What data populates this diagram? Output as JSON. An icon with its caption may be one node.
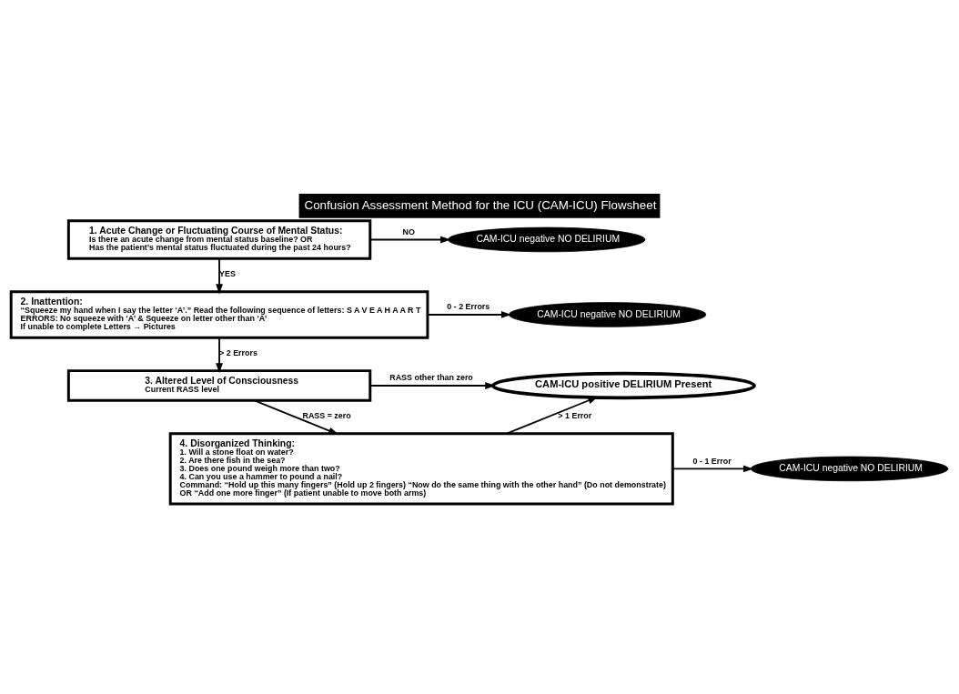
{
  "diagram": {
    "title": "Confusion Assessment Method for the ICU (CAM-ICU) Flowsheet",
    "nodes": [
      {
        "text": [
          "1. Acute Change or Fluctuating Course of Mental Status:",
          "Is there an acute change from mental status baseline? OR",
          "Has the patient’s mental status fluctuated during the past 24 hours?"
        ]
      },
      {
        "text": [
          "CAM-ICU negative NO DELIRIUM"
        ]
      },
      {
        "text": [
          "2. Inattention:",
          "“Squeeze my hand when I say the letter ‘A’.” Read the following sequence of letters: S A V E A H A A R T",
          "ERRORS: No squeeze with ‘A’ & Squeeze on letter other than ‘A’",
          "If unable to complete Letters → Pictures"
        ]
      },
      {
        "text": [
          "CAM-ICU negative NO DELIRIUM"
        ]
      },
      {
        "text": [
          "3. Altered Level of Consciousness",
          "Current RASS level"
        ]
      },
      {
        "text": [
          "CAM-ICU positive DELIRIUM Present"
        ]
      },
      {
        "text": [
          "4. Disorganized Thinking:",
          "1. Will a stone float on water?",
          "2. Are there fish in the sea?",
          "3. Does one pound weigh more than two?",
          "4. Can you use a hammer to pound a nail?",
          "Command: “Hold up this many fingers” (Hold up 2 fingers) “Now do the same thing with the other hand” (Do not demonstrate)",
          "OR “Add one more finger” (If patient unable to move both arms)"
        ]
      },
      {
        "text": [
          "CAM-ICU negative NO DELIRIUM"
        ]
      }
    ],
    "edges": [
      {
        "from": 0,
        "to": 1,
        "arrow": "to",
        "label": "NO"
      },
      {
        "from": 0,
        "to": 2,
        "arrow": "to",
        "label": "YES"
      },
      {
        "from": 2,
        "to": 3,
        "arrow": "to",
        "label": "0 - 2 Errors"
      },
      {
        "from": 2,
        "to": 4,
        "arrow": "to",
        "label": "> 2 Errors"
      },
      {
        "from": 4,
        "to": 5,
        "arrow": "to",
        "label": "RASS other than zero"
      },
      {
        "from": 4,
        "to": 6,
        "arrow": "to",
        "label": "RASS = zero"
      },
      {
        "from": 6,
        "to": 5,
        "arrow": "to",
        "label": "> 1 Error"
      },
      {
        "from": 6,
        "to": 7,
        "arrow": "to",
        "label": "0 - 1 Error"
      }
    ]
  }
}
